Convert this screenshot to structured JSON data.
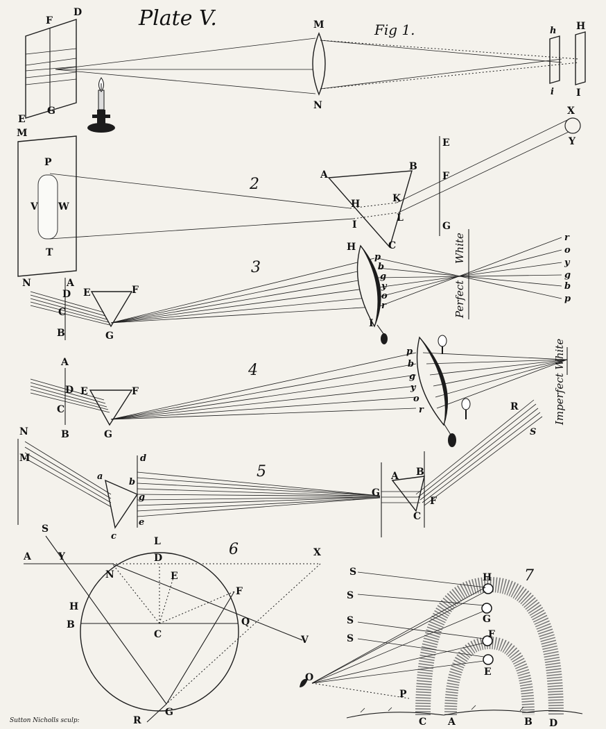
{
  "title": "Plate V.",
  "signature": "Sutton Nicholls sculp:",
  "figures": {
    "fig1": {
      "number": "Fig 1.",
      "labels": {
        "F": "F",
        "D": "D",
        "E": "E",
        "G": "G",
        "M": "M",
        "N": "N",
        "h": "h",
        "i": "i",
        "H": "H",
        "I": "I"
      }
    },
    "fig2": {
      "number": "2",
      "labels": {
        "M": "M",
        "P": "P",
        "V": "V",
        "W": "W",
        "T": "T",
        "A": "A",
        "B": "B",
        "H": "H",
        "K": "K",
        "I": "I",
        "L": "L",
        "C": "C",
        "E": "E",
        "F": "F",
        "G": "G",
        "X": "X",
        "Y": "Y"
      }
    },
    "fig3": {
      "number": "3",
      "white_label": "White",
      "perfect_label": "Perfect",
      "perfect_white_label": "Perfect White",
      "labels": {
        "N": "N",
        "A": "A",
        "D": "D",
        "C": "C",
        "B": "B",
        "E": "E",
        "F": "F",
        "G": "G",
        "H": "H",
        "I": "I"
      },
      "lens_colors": [
        "p",
        "b",
        "g",
        "y",
        "o",
        "r"
      ],
      "right_colors": [
        "r",
        "o",
        "y",
        "g",
        "b",
        "p"
      ]
    },
    "fig4": {
      "number": "4",
      "imperfect_white_label": "Imperfect White",
      "labels": {
        "A": "A",
        "D": "D",
        "C": "C",
        "B": "B",
        "E": "E",
        "F": "F",
        "G": "G"
      },
      "lens_colors": [
        "p",
        "b",
        "g",
        "y",
        "o",
        "r"
      ]
    },
    "fig5": {
      "number": "5",
      "labels": {
        "N": "N",
        "M": "M",
        "a": "a",
        "b": "b",
        "g": "g",
        "c": "c",
        "d": "d",
        "e": "e",
        "G": "G",
        "A": "A",
        "B": "B",
        "C": "C",
        "F": "F",
        "R": "R",
        "S": "S"
      }
    },
    "fig6": {
      "number": "6",
      "labels": {
        "S": "S",
        "A": "A",
        "Y": "Y",
        "L": "L",
        "D": "D",
        "X": "X",
        "N": "N",
        "E": "E",
        "F": "F",
        "H": "H",
        "B": "B",
        "C": "C",
        "Q": "Q",
        "V": "V",
        "R": "R",
        "G": "G"
      }
    },
    "fig7": {
      "number": "7",
      "labels": {
        "S1": "S",
        "S2": "S",
        "S3": "S",
        "S4": "S",
        "H": "H",
        "G": "G",
        "F": "F",
        "E": "E",
        "O": "O",
        "P": "P",
        "C": "C",
        "A": "A",
        "B": "B",
        "D": "D"
      }
    }
  }
}
